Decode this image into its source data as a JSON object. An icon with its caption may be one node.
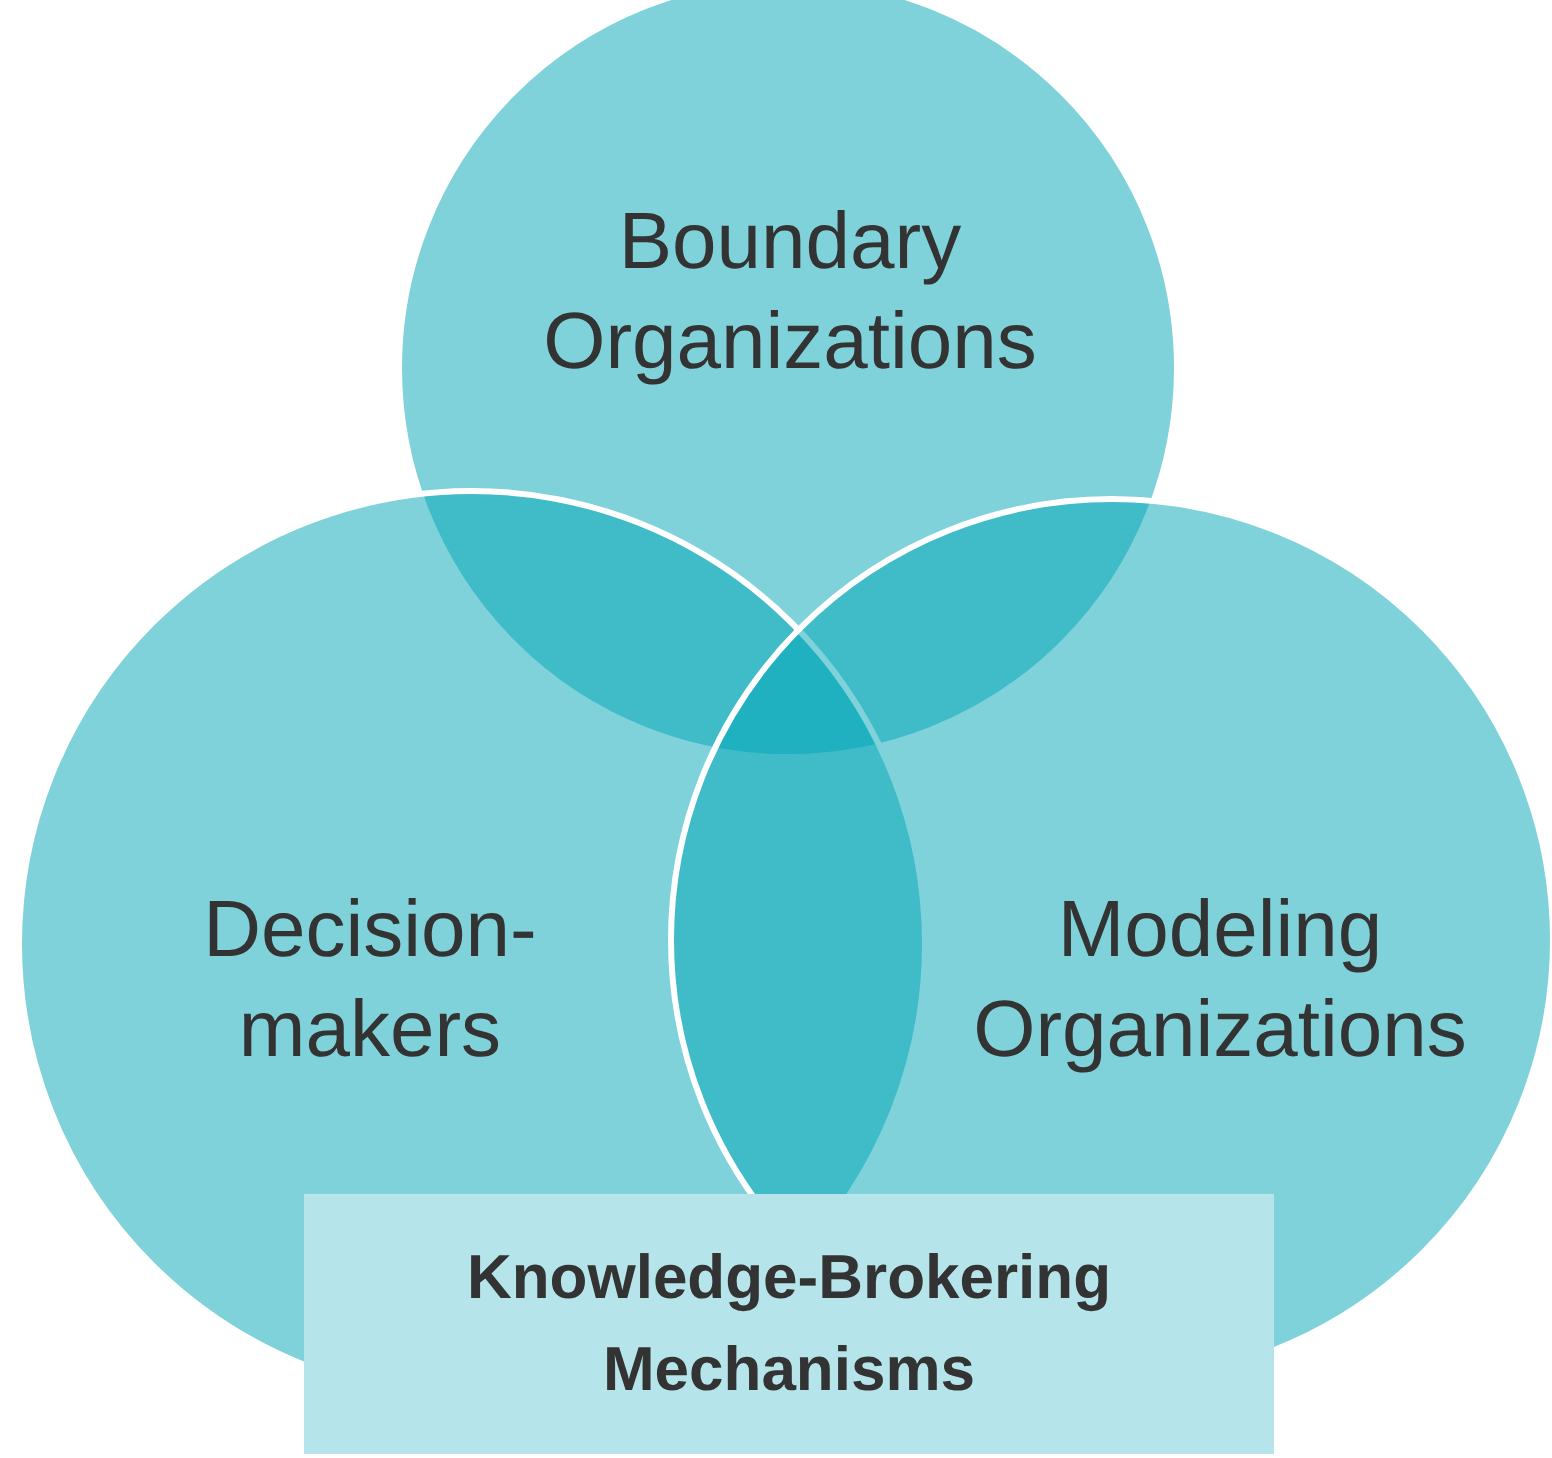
{
  "diagram": {
    "nodes": [
      {
        "text": [
          "Boundary Organizations"
        ]
      },
      {
        "text": [
          "Decision-makers"
        ]
      },
      {
        "text": [
          "Modeling Organizations"
        ]
      },
      {
        "text": [
          "Knowledge-Brokering Mechanisms"
        ]
      }
    ]
  }
}
